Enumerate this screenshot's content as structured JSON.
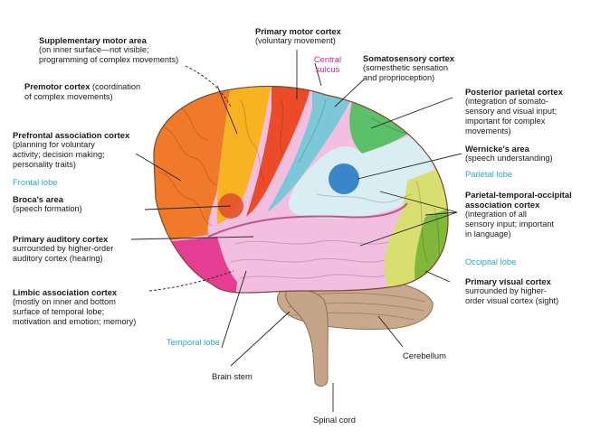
{
  "labels": {
    "supplementary_motor": {
      "title": "Supplementary motor area",
      "desc": "(on inner surface—not visible;\nprogramming of complex movements)"
    },
    "premotor": {
      "title": "Premotor cortex",
      "desc": "(coordination\nof complex movements)"
    },
    "prefrontal": {
      "title": "Prefrontal association cortex",
      "desc": "(planning for voluntary\nactivity; decision making;\npersonality traits)"
    },
    "brocas": {
      "title": "Broca's area",
      "desc": "(speech formation)"
    },
    "primary_auditory": {
      "title": "Primary auditory cortex",
      "desc": "surrounded by higher-order\nauditory cortex (hearing)"
    },
    "limbic": {
      "title": "Limbic association cortex",
      "desc": "(mostly on inner and bottom\nsurface of temporal lobe;\nmotivation and emotion; memory)"
    },
    "primary_motor": {
      "title": "Primary motor cortex",
      "desc": "(voluntary movement)"
    },
    "somatosensory": {
      "title": "Somatosensory cortex",
      "desc": "(somesthetic sensation\nand proprioception)"
    },
    "posterior_parietal": {
      "title": "Posterior parietal cortex",
      "desc": "(integration of somato-\nsensory and visual input;\nimportant for complex\nmovements)"
    },
    "wernickes": {
      "title": "Wernicke's area",
      "desc": "(speech understanding)"
    },
    "ptoa": {
      "title": "Parietal-temporal-occipital\nassociation cortex",
      "desc": "(integration of all\nsensory input; important\nin language)"
    },
    "primary_visual": {
      "title": "Primary visual cortex",
      "desc": "surrounded by higher-\norder visual cortex (sight)"
    }
  },
  "lobes": {
    "frontal": "Frontal lobe",
    "parietal": "Parietal lobe",
    "occipital": "Occipital lobe",
    "temporal": "Temporal lobe"
  },
  "central_sulcus": "Central\nsulcus",
  "structures": {
    "cerebellum": "Cerebellum",
    "brain_stem": "Brain stem",
    "spinal_cord": "Spinal cord"
  },
  "colors": {
    "prefrontal": "#f07a2a",
    "premotor": "#f7b321",
    "primary_motor": "#ec4b2a",
    "somatosensory": "#7cc8d8",
    "posterior_parietal": "#5cbf6a",
    "parietal_assoc": "#d9eef2",
    "wernicke": "#3b86c8",
    "temporal": "#f3bfe0",
    "limbic": "#e63d94",
    "occipital_assoc": "#d8df70",
    "visual": "#7fb83a",
    "brocas": "#e2502c",
    "cerebellum": "#c8a98c",
    "brainstem": "#c4a588",
    "label_blue": "#2aa7c9",
    "sulcus_pink": "#d0268a"
  }
}
